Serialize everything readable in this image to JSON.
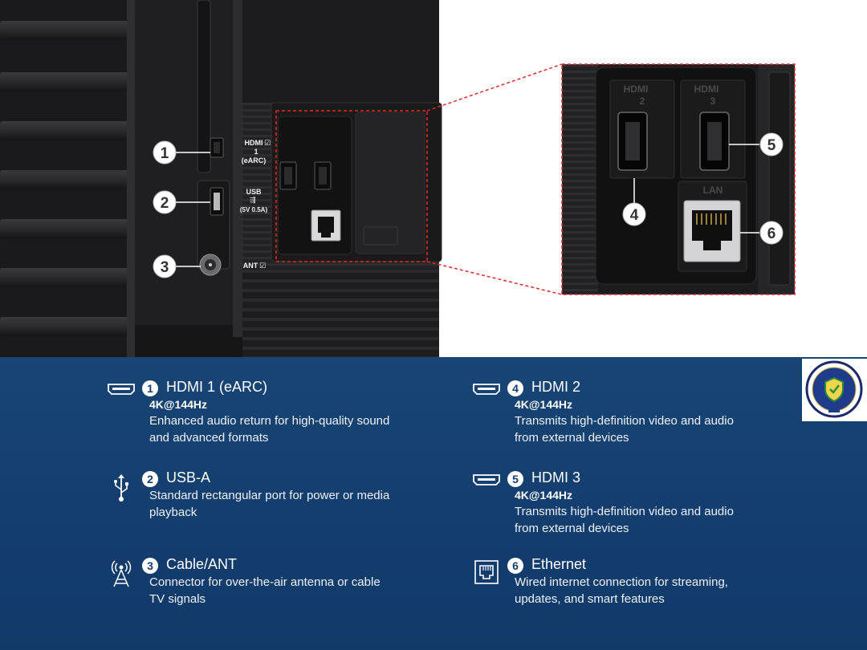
{
  "photo": {
    "port_labels": {
      "hdmi1": [
        "HDMI",
        "1",
        "(eARC)"
      ],
      "usb": [
        "USB",
        "(5V 0.5A)"
      ],
      "ant": "ANT"
    },
    "zoom_labels": {
      "hdmi2": [
        "HDMI",
        "2"
      ],
      "hdmi3": [
        "HDMI",
        "3"
      ],
      "lan": "LAN"
    },
    "callouts": [
      "1",
      "2",
      "3",
      "4",
      "5",
      "6"
    ]
  },
  "ports": [
    {
      "num": "1",
      "icon": "hdmi-icon",
      "title": "HDMI 1 (eARC)",
      "spec": "4K@144Hz",
      "desc": "Enhanced audio return for high-quality sound and advanced formats"
    },
    {
      "num": "2",
      "icon": "usb-icon",
      "title": "USB-A",
      "spec": "",
      "desc": "Standard rectangular port for power or media playback"
    },
    {
      "num": "3",
      "icon": "antenna-icon",
      "title": "Cable/ANT",
      "spec": "",
      "desc": "Connector for over-the-air antenna or cable TV signals"
    },
    {
      "num": "4",
      "icon": "hdmi-icon",
      "title": "HDMI 2",
      "spec": "4K@144Hz",
      "desc": "Transmits high-definition video and audio from external devices"
    },
    {
      "num": "5",
      "icon": "hdmi-icon",
      "title": "HDMI 3",
      "spec": "4K@144Hz",
      "desc": "Transmits high-definition video and audio from external devices"
    },
    {
      "num": "6",
      "icon": "ethernet-icon",
      "title": "Ethernet",
      "spec": "",
      "desc": "Wired internet connection for streaming, updates, and smart features"
    }
  ],
  "colors": {
    "panel": "#173f73",
    "accent": "#e02b2b",
    "text": "#ffffff"
  }
}
